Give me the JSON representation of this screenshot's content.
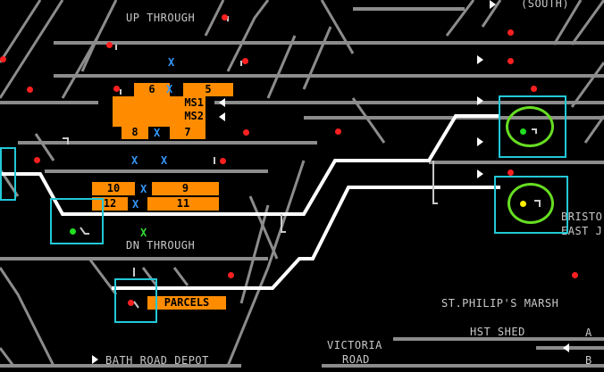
{
  "labels": {
    "south": "(SOUTH)",
    "up_through": "UP THROUGH",
    "dn_through": "DN THROUGH",
    "bristol": "BRISTO",
    "east_j": "EAST J",
    "st_philips": "ST.PHILIP'S MARSH",
    "hst_shed": "HST SHED",
    "victoria": "VICTORIA",
    "road": "ROAD",
    "bath_road": "BATH ROAD DEPOT",
    "a_label": "A",
    "b_label": "B"
  },
  "platforms": {
    "p6": "6",
    "p5": "5",
    "ms1": "MS1",
    "ms2": "MS2",
    "p8": "8",
    "p7": "7",
    "p10": "10",
    "p9": "9",
    "p12": "12",
    "p11": "11",
    "parcels": "PARCELS"
  },
  "colors": {
    "track_grey": "#8c8c8c",
    "track_white": "#ffffff",
    "platform": "#ff8c00",
    "signal_red": "#ff2020",
    "signal_green": "#22dd22",
    "signal_yellow": "#ffee00",
    "highlight_box": "#22c8d8",
    "ring": "#66dd22",
    "point_x": "#3399ff"
  },
  "signals": [
    {
      "id": "s01",
      "aspect": "red"
    },
    {
      "id": "s02",
      "aspect": "red"
    },
    {
      "id": "s03",
      "aspect": "red"
    },
    {
      "id": "s04",
      "aspect": "red"
    },
    {
      "id": "s05",
      "aspect": "red"
    },
    {
      "id": "s06",
      "aspect": "red"
    },
    {
      "id": "s07",
      "aspect": "red"
    },
    {
      "id": "s08",
      "aspect": "red"
    },
    {
      "id": "s09",
      "aspect": "red"
    },
    {
      "id": "s10",
      "aspect": "red"
    },
    {
      "id": "s11",
      "aspect": "red"
    },
    {
      "id": "s12",
      "aspect": "green"
    },
    {
      "id": "s13",
      "aspect": "red"
    },
    {
      "id": "s14",
      "aspect": "red"
    },
    {
      "id": "s15",
      "aspect": "red"
    },
    {
      "id": "s16",
      "aspect": "red"
    },
    {
      "id": "s17",
      "aspect": "red"
    },
    {
      "id": "s18",
      "aspect": "green"
    },
    {
      "id": "s19",
      "aspect": "yellow"
    },
    {
      "id": "s20",
      "aspect": "red"
    }
  ]
}
